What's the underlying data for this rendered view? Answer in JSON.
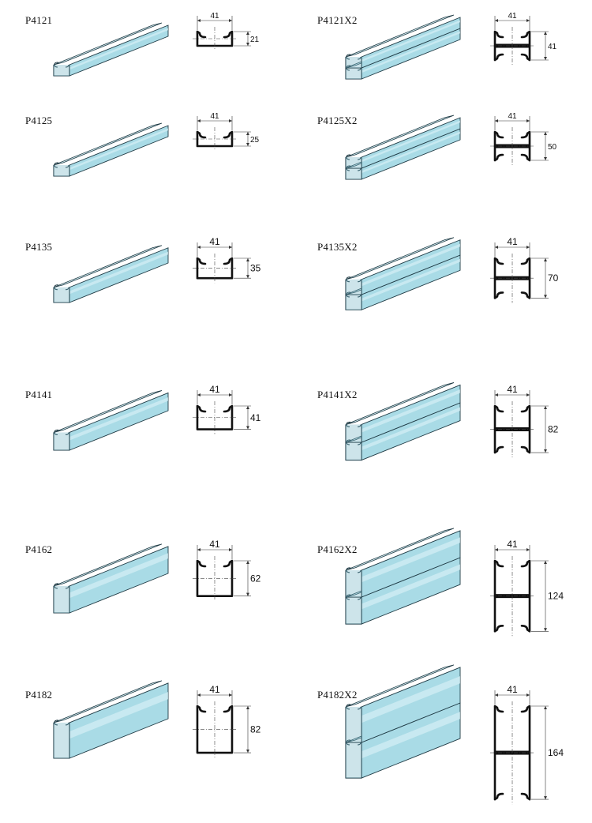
{
  "colors": {
    "channel_fill": "#a9dbe6",
    "channel_light": "#d6f0f5",
    "channel_dark": "#6fb3c4",
    "channel_stroke": "#1f3a44",
    "section_stroke": "#111111"
  },
  "products": [
    {
      "code": "P4121",
      "width_label": "41",
      "height_label": "21",
      "height_mm": 21,
      "double": false
    },
    {
      "code": "P4121X2",
      "width_label": "41",
      "height_label": "41",
      "height_mm": 21,
      "double": true
    },
    {
      "code": "P4125",
      "width_label": "41",
      "height_label": "25",
      "height_mm": 25,
      "double": false
    },
    {
      "code": "P4125X2",
      "width_label": "41",
      "height_label": "50",
      "height_mm": 25,
      "double": true
    },
    {
      "code": "P4135",
      "width_label": "41",
      "height_label": "35",
      "height_mm": 35,
      "double": false
    },
    {
      "code": "P4135X2",
      "width_label": "41",
      "height_label": "70",
      "height_mm": 35,
      "double": true
    },
    {
      "code": "P4141",
      "width_label": "41",
      "height_label": "41",
      "height_mm": 41,
      "double": false
    },
    {
      "code": "P4141X2",
      "width_label": "41",
      "height_label": "82",
      "height_mm": 41,
      "double": true
    },
    {
      "code": "P4162",
      "width_label": "41",
      "height_label": "62",
      "height_mm": 62,
      "double": false
    },
    {
      "code": "P4162X2",
      "width_label": "41",
      "height_label": "124",
      "height_mm": 62,
      "double": true
    },
    {
      "code": "P4182",
      "width_label": "41",
      "height_label": "82",
      "height_mm": 82,
      "double": false
    },
    {
      "code": "P4182X2",
      "width_label": "41",
      "height_label": "164",
      "height_mm": 82,
      "double": true
    }
  ]
}
